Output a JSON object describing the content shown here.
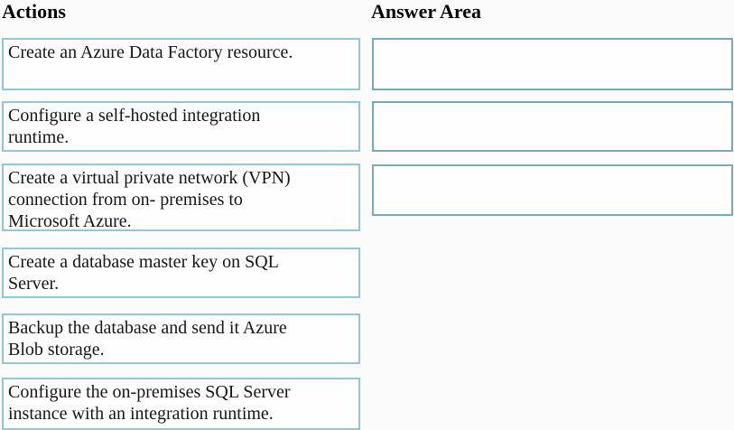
{
  "colors": {
    "background": "#fbfbfb",
    "box_fill": "#fefefe",
    "action_box_border": "#94c6d6",
    "answer_box_border": "#79a9bf",
    "text": "#161616"
  },
  "actions": {
    "title": "Actions",
    "items": [
      {
        "label": "Create an Azure Data Factory resource."
      },
      {
        "label": "Configure a self-hosted integration\nruntime."
      },
      {
        "label": "Create a virtual private network (VPN)\nconnection from on- premises to\nMicrosoft Azure."
      },
      {
        "label": "Create a database master key on SQL\nServer."
      },
      {
        "label": "Backup the database and send it Azure\nBlob storage."
      },
      {
        "label": "Configure the on-premises SQL Server\ninstance with an integration runtime."
      }
    ]
  },
  "answer_area": {
    "title": "Answer Area",
    "slots": [
      {
        "value": ""
      },
      {
        "value": ""
      },
      {
        "value": ""
      }
    ]
  }
}
